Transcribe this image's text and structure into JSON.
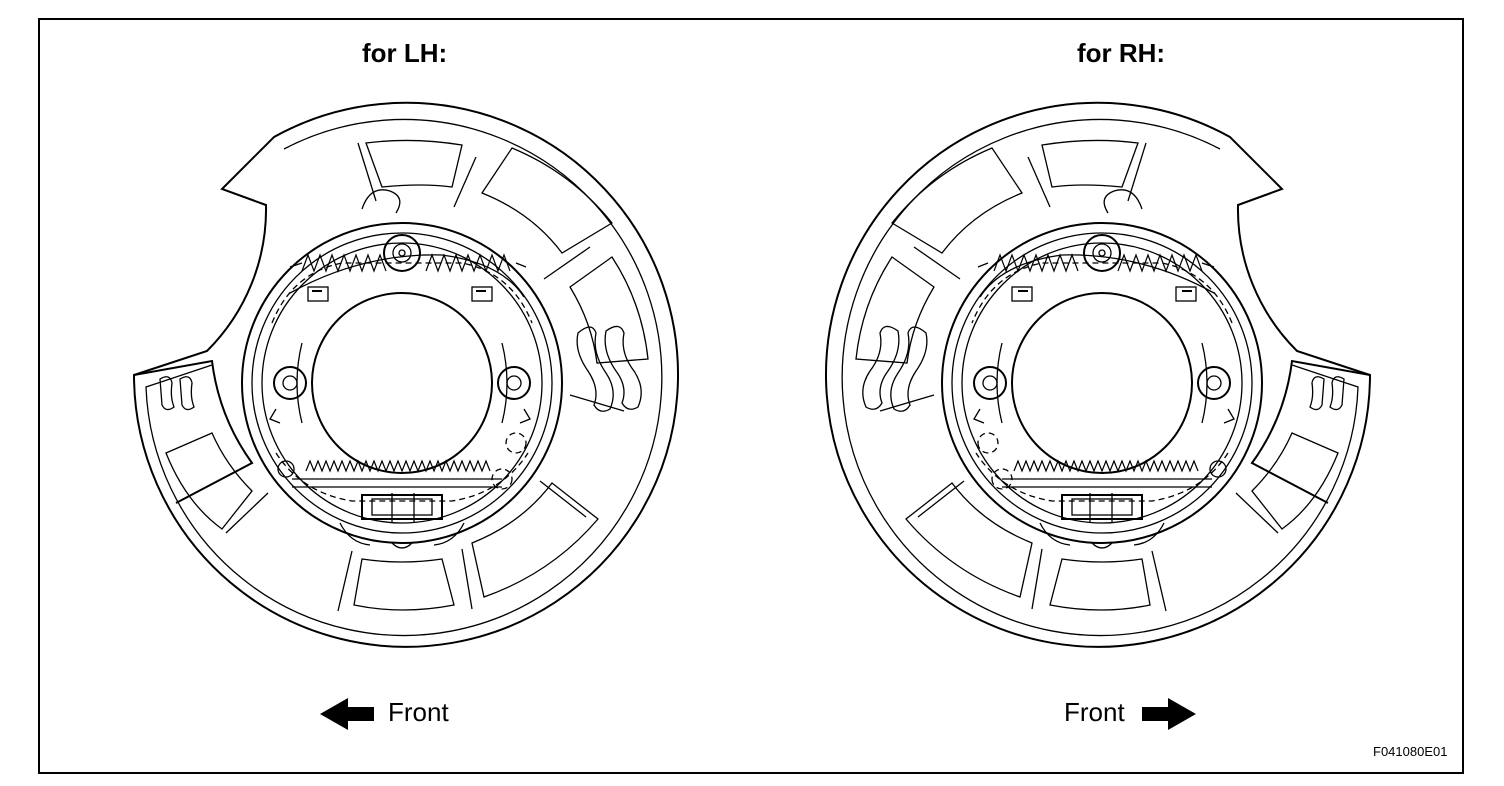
{
  "labels": {
    "lh_title": "for LH:",
    "rh_title": "for RH:",
    "lh_front": "Front",
    "rh_front": "Front",
    "figure_code": "F041080E01"
  },
  "icons": {
    "lh_arrow": "arrow-left-icon",
    "rh_arrow": "arrow-right-icon"
  },
  "colors": {
    "line": "#000000",
    "background": "#ffffff"
  }
}
